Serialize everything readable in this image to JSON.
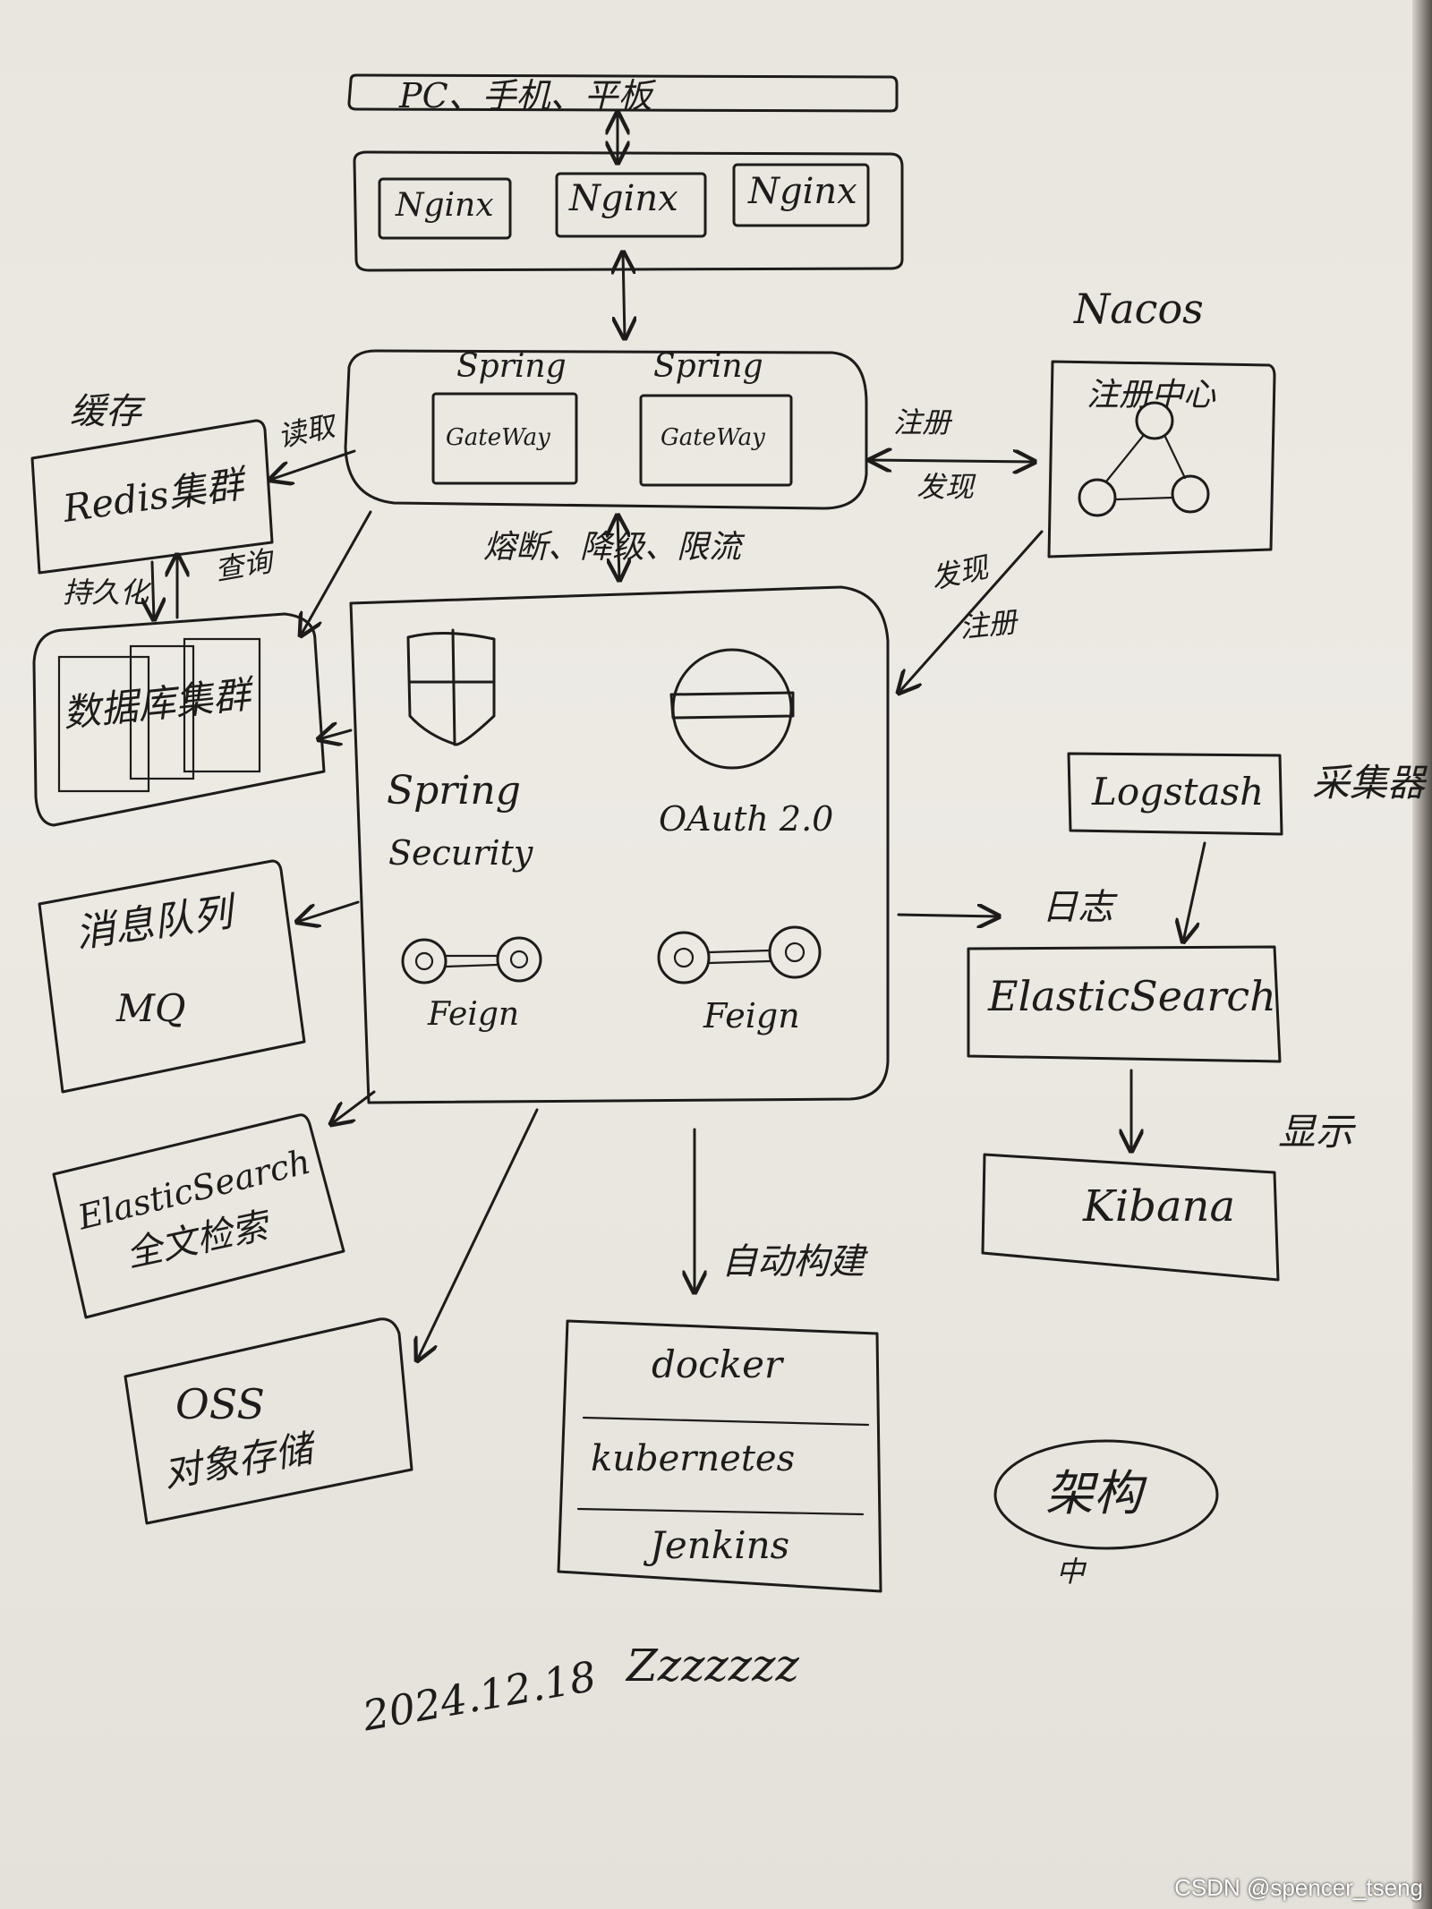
{
  "client": {
    "label": "PC、手机、平板"
  },
  "nginx": {
    "nodes": [
      "Nginx",
      "Nginx",
      "Nginx"
    ]
  },
  "gateway": {
    "nodes": [
      {
        "top": "Spring",
        "bottom": "GateWay"
      },
      {
        "top": "Spring",
        "bottom": "GateWay"
      }
    ],
    "edge_label": "熔断、降级、限流"
  },
  "cache": {
    "title": "缓存",
    "box": "Redis集群",
    "read_label": "读取"
  },
  "database": {
    "box": "数据库集群",
    "persist_label": "持久化",
    "query_label": "查询"
  },
  "nacos": {
    "title": "Nacos",
    "box": "注册中心",
    "edge_register": "注册",
    "edge_discover": "发现",
    "edge_discover2": "发现",
    "edge_register2": "注册"
  },
  "services": {
    "security_line1": "Spring",
    "security_line2": "Security",
    "oauth": "OAuth 2.0",
    "feign": [
      "Feign",
      "Feign"
    ]
  },
  "mq": {
    "line1": "消息队列",
    "line2": "MQ"
  },
  "search": {
    "line1": "ElasticSearch",
    "line2": "全文检索"
  },
  "oss": {
    "line1": "OSS",
    "line2": "对象存储"
  },
  "devops": {
    "edge_label": "自动构建",
    "items": [
      "docker",
      "kubernetes",
      "Jenkins"
    ]
  },
  "elk": {
    "logstash": "Logstash",
    "logstash_note": "采集器",
    "elastic": "ElasticSearch",
    "log_label": "日志",
    "kibana": "Kibana",
    "kibana_note": "显示"
  },
  "footer": {
    "stamp": "架构",
    "stamp_sub": "中",
    "date": "2024.12.18",
    "signature": "Zzzzzzz"
  },
  "watermark": "CSDN @spencer_tseng"
}
